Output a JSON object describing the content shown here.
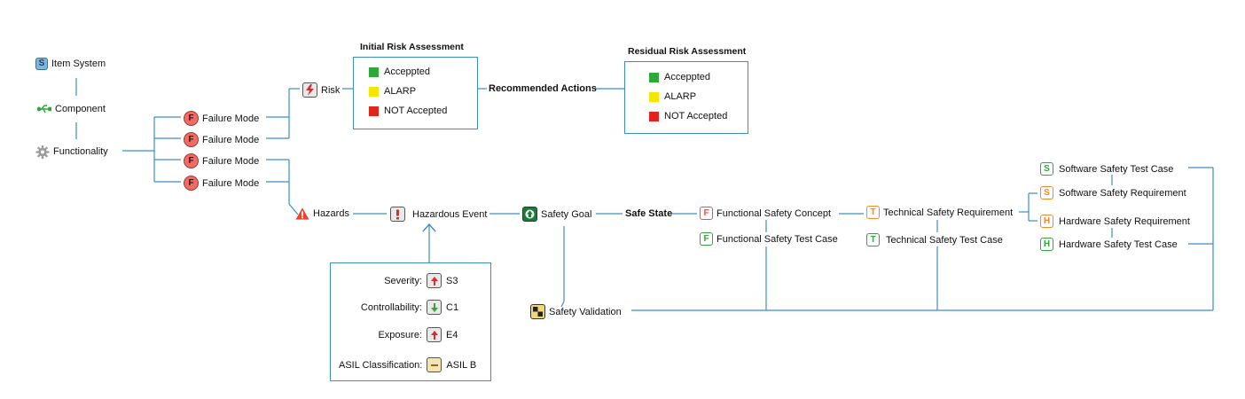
{
  "colors": {
    "connector": "#3b8fc2",
    "accepted": "#2ea836",
    "alarp": "#f3e600",
    "not_accepted": "#e0251b",
    "failure": "#ef6b63",
    "functional": "#e9534a",
    "technical": "#f08a26",
    "software_hardware": "#2ea836"
  },
  "hierarchy": {
    "item_system": {
      "label": "Item System",
      "icon": "s-box-icon"
    },
    "component": {
      "label": "Component",
      "icon": "usb-connector-icon"
    },
    "functionality": {
      "label": "Functionality",
      "icon": "gear-icon"
    }
  },
  "failure_modes": [
    {
      "label": "Failure Mode",
      "icon": "F"
    },
    {
      "label": "Failure Mode",
      "icon": "F"
    },
    {
      "label": "Failure Mode",
      "icon": "F"
    },
    {
      "label": "Failure Mode",
      "icon": "F"
    }
  ],
  "risk": {
    "label": "Risk",
    "icon": "lightning-icon"
  },
  "initial_risk": {
    "title": "Initial Risk Assessment",
    "levels": [
      {
        "label": "Acceppted"
      },
      {
        "label": "ALARP"
      },
      {
        "label": "NOT Accepted"
      }
    ]
  },
  "recommended_actions": "Recommended Actions",
  "residual_risk": {
    "title": "Residual Risk Assessment",
    "levels": [
      {
        "label": "Acceppted"
      },
      {
        "label": "ALARP"
      },
      {
        "label": "NOT Accepted"
      }
    ]
  },
  "hazards": {
    "label": "Hazards",
    "icon": "warning-triangle-icon"
  },
  "hazardous_event": {
    "label": "Hazardous Event",
    "icon": "exclamation-icon"
  },
  "classification": {
    "severity": {
      "label": "Severity:",
      "value": "S3"
    },
    "controllability": {
      "label": "Controllability:",
      "value": "C1"
    },
    "exposure": {
      "label": "Exposure:",
      "value": "E4"
    },
    "asil": {
      "label": "ASIL Classification:",
      "value": "ASIL B"
    }
  },
  "safety_goal": {
    "label": "Safety Goal",
    "icon": "up-arrow-icon"
  },
  "safe_state": "Safe State",
  "safety_validation": {
    "label": "Safety  Validation",
    "icon": "checkered-flag-icon"
  },
  "functional_safety_concept": {
    "label": "Functional Safety Concept",
    "letter": "F"
  },
  "functional_safety_test_case": {
    "label": "Functional Safety Test Case",
    "letter": "F"
  },
  "technical_safety_requirement": {
    "label": "Technical Safety Requirement",
    "letter": "T"
  },
  "technical_safety_test_case": {
    "label": "Technical Safety Test Case",
    "letter": "T"
  },
  "software_safety_test_case": {
    "label": "Software Safety Test Case",
    "letter": "S"
  },
  "software_safety_requirement": {
    "label": "Software Safety Requirement",
    "letter": "S"
  },
  "hardware_safety_requirement": {
    "label": "Hardware Safety Requirement",
    "letter": "H"
  },
  "hardware_safety_test_case": {
    "label": "Hardware Safety Test Case",
    "letter": "H"
  }
}
